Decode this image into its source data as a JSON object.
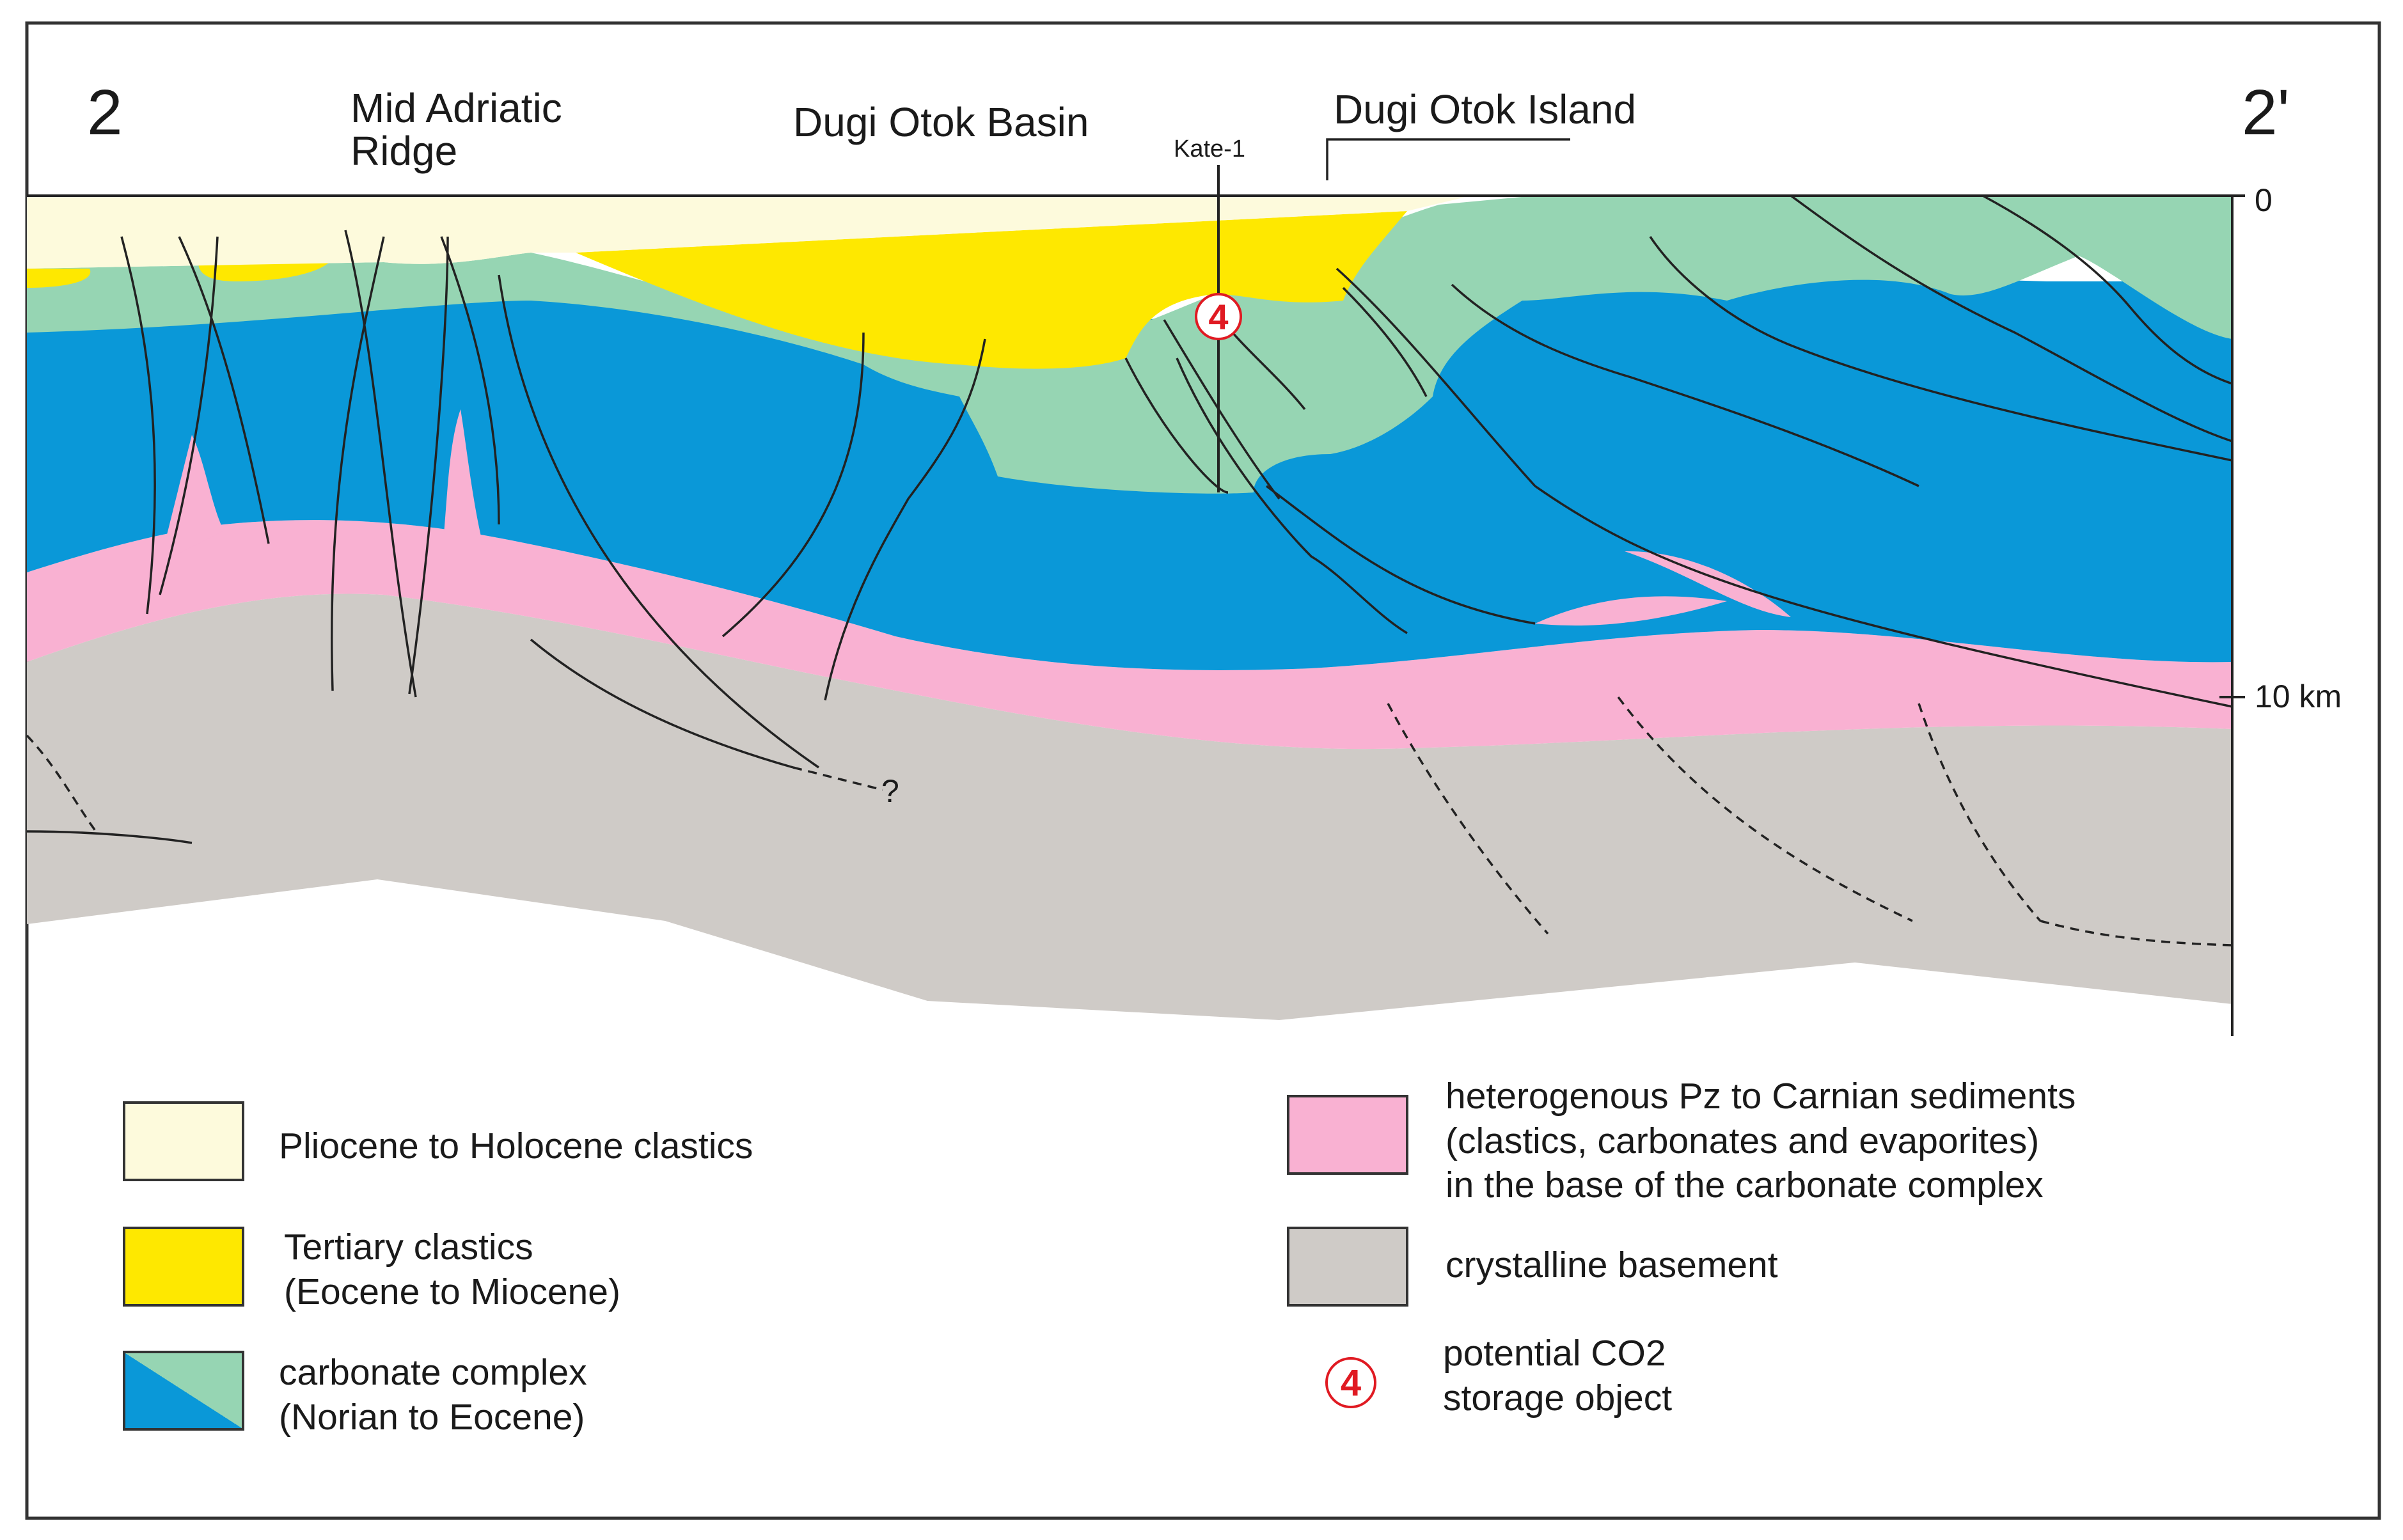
{
  "profile": {
    "start_label": "2",
    "end_label": "2'",
    "locations": {
      "mid_adriatic_ridge": "Mid Adriatic\nRidge",
      "dugi_otok_basin": "Dugi Otok Basin",
      "dugi_otok_island": "Dugi Otok Island"
    },
    "well_label": "Kate-1",
    "storage_marker": "4",
    "depth_top": "0",
    "depth_10": "10 km",
    "uncertain_fault": "?"
  },
  "legend": [
    {
      "key": "pliocene",
      "color": "#fdfadc",
      "text": "Pliocene to Holocene clastics"
    },
    {
      "key": "tertiary",
      "color": "#fee800",
      "text": "Tertiary clastics\n(Eocene to Miocene)"
    },
    {
      "key": "carbonate",
      "color_a": "#96d5b3",
      "color_b": "#0a98d8",
      "text": "carbonate complex\n(Norian to Eocene)"
    },
    {
      "key": "heterogenous",
      "color": "#f9b1d2",
      "text": "heterogenous Pz to Carnian sediments\n(clastics, carbonates and evaporites)\nin the base of the carbonate complex"
    },
    {
      "key": "basement",
      "color": "#cfcbc7",
      "text": "crystalline basement"
    },
    {
      "key": "co2",
      "marker": "4",
      "text": "potential CO2\nstorage object"
    }
  ],
  "colors": {
    "pliocene": "#fdfadc",
    "tertiary": "#fee800",
    "carbonate_green": "#96d5b3",
    "carbonate_blue": "#0a98d8",
    "pink": "#f9b1d2",
    "basement": "#cfcbc7",
    "marker_red": "#e01a22"
  }
}
